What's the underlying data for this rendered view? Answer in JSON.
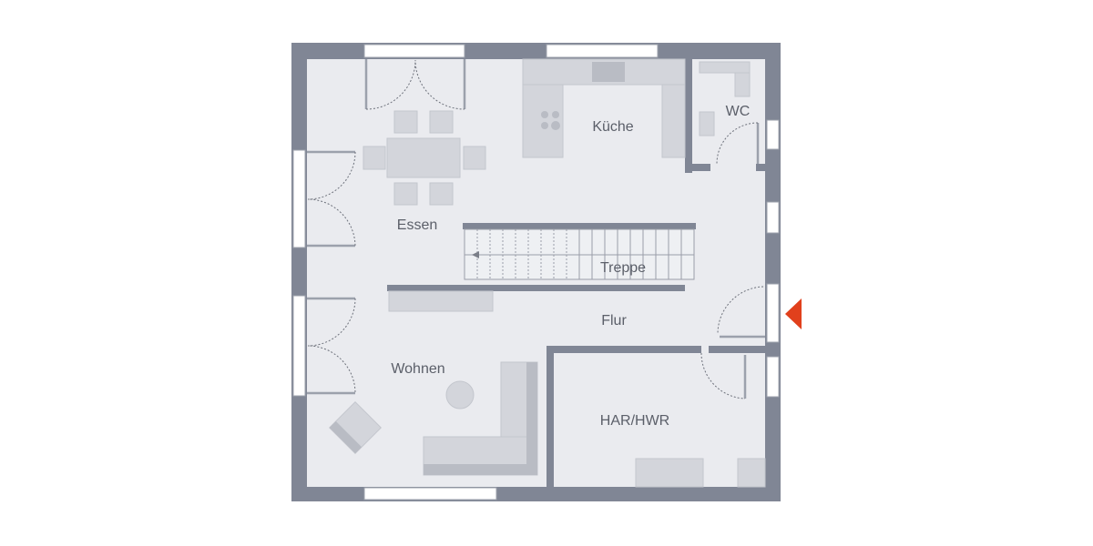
{
  "rooms": {
    "kitchen": "Küche",
    "wc": "WC",
    "dining": "Essen",
    "stairs": "Treppe",
    "hall": "Flur",
    "living": "Wohnen",
    "utility": "HAR/HWR"
  },
  "colors": {
    "wall": "#808695",
    "floor": "#eaebef",
    "furniture": "#d3d5db",
    "entrance_marker": "#e1401c"
  },
  "icons": {
    "entrance": "entrance-arrow-icon"
  }
}
